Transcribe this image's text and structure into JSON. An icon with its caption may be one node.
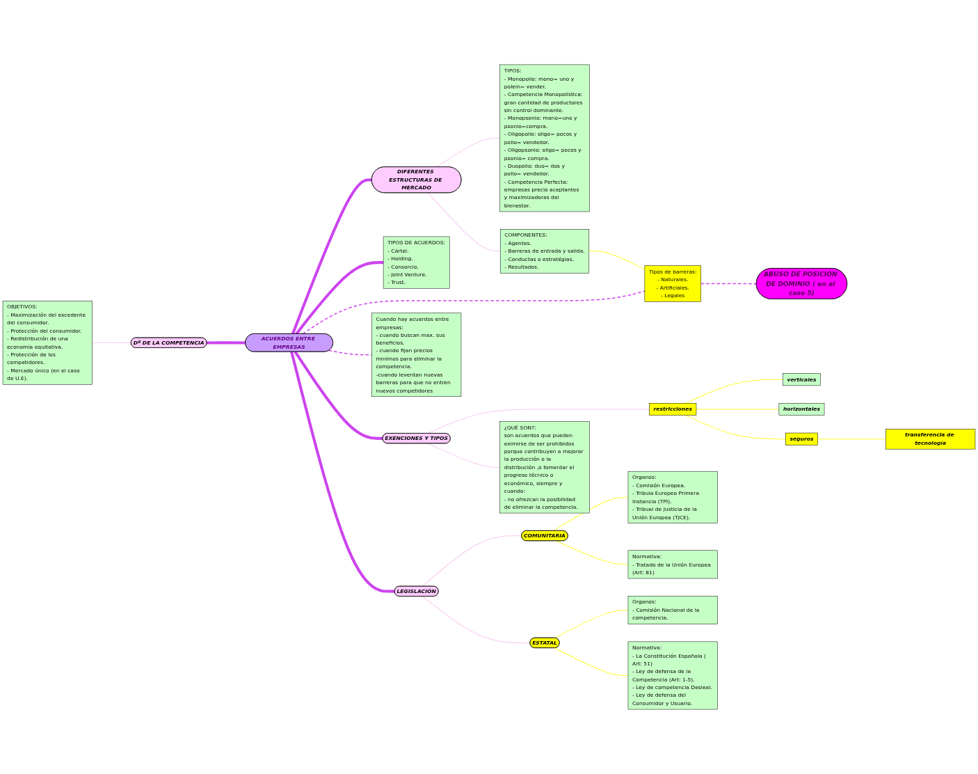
{
  "diagram": {
    "nodes": [
      {
        "text": [
          "OBJETIVOS:",
          "- Maximización del excedente del consumidor.",
          "- Protección del consumidor.",
          "- Redistribución de una economía equitativa.",
          "- Protección de los competidores.",
          "- Mercado único (en el caso de U.E)."
        ]
      },
      {
        "text": [
          "Dº DE LA COMPETENCIA"
        ]
      },
      {
        "text": [
          "ACUERDOS ENTRE EMPRESAS"
        ]
      },
      {
        "text": [
          "DIFERENTES ESTRUCTURAS DE MERCADO"
        ]
      },
      {
        "text": [
          "TIPOS:",
          "- Monopolio: mono= uno y polein= vender.",
          "- Competencia Monopolística: gran cantidad de productores sin control dominante.",
          "- Monopsonio: mono=uno y psonio=compra.",
          "- Oligopolio: oligo= pocos y polio= vendedor.",
          "- Oligopsonio: oligo= pocos y psonio= compra.",
          "- Duopolio: duo= dos y polio= vendedor.",
          "- Competencia Perfecta: empresas precio aceptantes y maximizadoras del bienestar."
        ]
      },
      {
        "text": [
          "COMPONENTES:",
          "- Agentes.",
          "- Barreras de entrada y salida.",
          "- Conductas o estratégias.",
          "- Resultados."
        ]
      },
      {
        "text": [
          "TIPOS DE ACUERDOS:",
          "- Cártel.",
          "- Holding.",
          "- Consorcio.",
          "- Joint Venture.",
          "- Trust."
        ]
      },
      {
        "text": [
          "Tipos de barreras:",
          "- Naturales.",
          "- Artificiales.",
          "- Legales"
        ]
      },
      {
        "text": [
          "Cuando hay acuerdos entre empresas:",
          "- cuando buscan max. sus beneficios.",
          "- cuando fijan precios minímos para eliminar la competencia.",
          "-cuando leventan nuevas barreras para que no entren nuevos competidores"
        ]
      },
      {
        "text": [
          "EXENCIONES Y TIPOS"
        ]
      },
      {
        "text": [
          "restricciones"
        ]
      },
      {
        "text": [
          "verticales"
        ]
      },
      {
        "text": [
          "horizontales"
        ]
      },
      {
        "text": [
          "seguros"
        ]
      },
      {
        "text": [
          "transferencia de tecnología"
        ]
      },
      {
        "text": [
          "¿QUÉ SON?:",
          "son acuerdos que pueden eximirse de ser prohibidos porque contribuyen a mejorar la producción o la distribución ,o fomentar el progreso técnico o económico, siempre y cuando:",
          "- no ofrezcan la posibilidad de eliminar la competencia."
        ]
      },
      {
        "text": [
          "ABUSO DE POSICIÓN DE DOMINIO ( en el caso 5)"
        ]
      },
      {
        "text": [
          "LEGISLACIÓN"
        ]
      },
      {
        "text": [
          "COMUNITARIA"
        ]
      },
      {
        "text": [
          "ESTATAL"
        ]
      },
      {
        "text": [
          "Órganos:",
          "- Comisión Nacional de la competencia."
        ]
      },
      {
        "text": [
          "Órganos:",
          "- Comisión Europea.",
          "- Tribula Europeo Primera Instancia (TPI).",
          "- Tribual de Justicia de la Unión Europea (TJCE)."
        ]
      },
      {
        "text": [
          "Normativa:",
          "- Tratado de la Unión Europea (Art: 81)"
        ]
      },
      {
        "text": [
          "Normativa:",
          "- La Constitución Española ( Art: 51)",
          "- Ley de defensa de la Competencia (Art: 1-5).",
          "- Ley de competencia Desleal.",
          "- Ley de defensa del Consumidor y Usuario."
        ]
      }
    ],
    "edges": [
      {
        "from": 0,
        "to": 1,
        "arrow": "none",
        "color": "#f8c8f0"
      },
      {
        "from": 1,
        "to": 2,
        "arrow": "none",
        "style": "thick",
        "color": "#cc44ee"
      },
      {
        "from": 2,
        "to": 3,
        "arrow": "none",
        "style": "thick",
        "color": "#cc44ee"
      },
      {
        "from": 3,
        "to": 4,
        "arrow": "none",
        "color": "#f8c8f0"
      },
      {
        "from": 3,
        "to": 5,
        "arrow": "none",
        "color": "#f8c8f0"
      },
      {
        "from": 5,
        "to": 7,
        "arrow": "none"
      },
      {
        "from": 2,
        "to": 6,
        "arrow": "none",
        "style": "thick",
        "color": "#cc44ee"
      },
      {
        "from": 2,
        "to": 7,
        "arrow": "none",
        "style": "dashed",
        "color": "#cc44ee"
      },
      {
        "from": 7,
        "to": 16,
        "arrow": "none",
        "style": "dashed",
        "color": "#cc44ee"
      },
      {
        "from": 2,
        "to": 8,
        "arrow": "none",
        "style": "dashed",
        "color": "#cc44ee"
      },
      {
        "from": 2,
        "to": 9,
        "arrow": "none",
        "style": "thick",
        "color": "#cc44ee"
      },
      {
        "from": 9,
        "to": 10,
        "arrow": "none",
        "color": "#f8c8f0"
      },
      {
        "from": 10,
        "to": 11,
        "arrow": "none"
      },
      {
        "from": 10,
        "to": 12,
        "arrow": "none"
      },
      {
        "from": 10,
        "to": 13,
        "arrow": "none"
      },
      {
        "from": 13,
        "to": 14,
        "arrow": "none"
      },
      {
        "from": 9,
        "to": 15,
        "arrow": "none",
        "color": "#f8c8f0"
      },
      {
        "from": 2,
        "to": 17,
        "arrow": "none",
        "style": "thick",
        "color": "#cc44ee"
      },
      {
        "from": 17,
        "to": 18,
        "arrow": "none",
        "color": "#f8c8f0"
      },
      {
        "from": 17,
        "to": 19,
        "arrow": "none",
        "color": "#f8c8f0"
      },
      {
        "from": 19,
        "to": 20,
        "arrow": "none"
      },
      {
        "from": 19,
        "to": 23,
        "arrow": "none"
      },
      {
        "from": 18,
        "to": 21,
        "arrow": "none"
      },
      {
        "from": 18,
        "to": 22,
        "arrow": "none"
      }
    ]
  }
}
